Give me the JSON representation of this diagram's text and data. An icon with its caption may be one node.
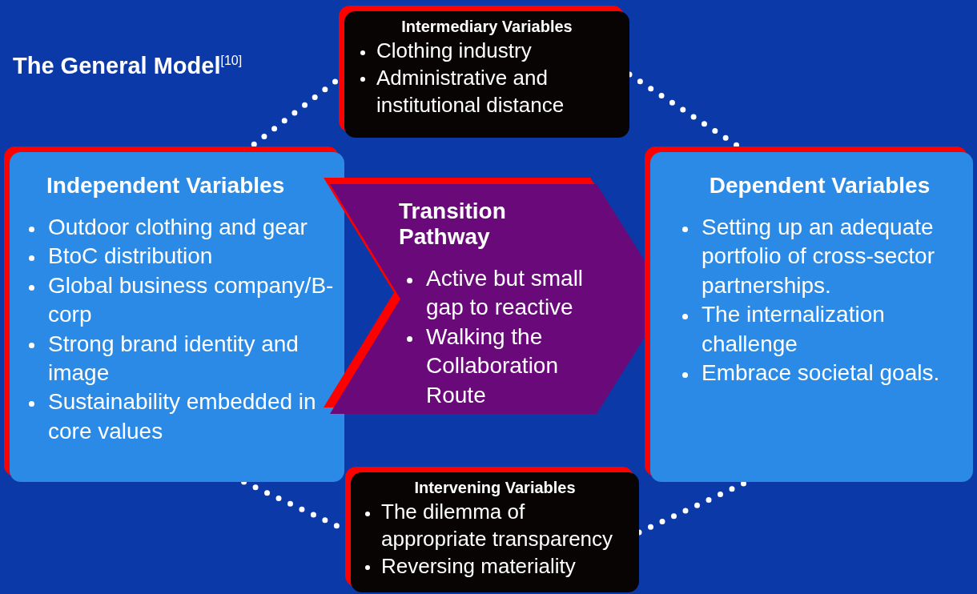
{
  "diagram": {
    "title": "The General Model$^{[10]}$",
    "nodes": [
      {
        "text": [
          "Intermediary Variables",
          "Clothing industry",
          "Administrative and institutional distance"
        ]
      },
      {
        "text": [
          "Independent Variables",
          "Outdoor clothing and gear",
          "BtoC distribution",
          "Global business company/B-corp",
          "Strong brand identity and image",
          "Sustainability embedded in core values"
        ]
      },
      {
        "text": [
          "Transition Pathway",
          "Active but small gap to reactive",
          "Walking the Collaboration Route"
        ]
      },
      {
        "text": [
          "Dependent Variables",
          "Setting up an adequate portfolio of cross-sector partnerships.",
          "The internalization challenge",
          "Embrace societal goals."
        ]
      },
      {
        "text": [
          "Intervening Variables",
          "The dilemma of appropriate transparency",
          "Reversing materiality"
        ]
      }
    ],
    "edges": [
      {
        "from": 1,
        "to": 0,
        "arrow": "none",
        "style": "dashed"
      },
      {
        "from": 0,
        "to": 3,
        "arrow": "none",
        "style": "dashed"
      },
      {
        "from": 1,
        "to": 4,
        "arrow": "none",
        "style": "dashed"
      },
      {
        "from": 4,
        "to": 3,
        "arrow": "none",
        "style": "dashed"
      }
    ]
  }
}
